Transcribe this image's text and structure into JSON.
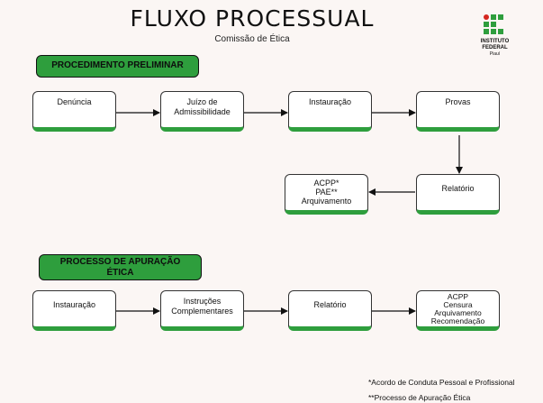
{
  "header": {
    "title": "FLUXO PROCESSUAL",
    "subtitle": "Comissão de Ética"
  },
  "logo": {
    "line1": "INSTITUTO",
    "line2": "FEDERAL",
    "line3": "Piauí",
    "colors": {
      "green": "#2e9e3d",
      "red": "#d5261f"
    }
  },
  "section1": {
    "label": "PROCEDIMENTO PRELIMINAR",
    "boxes": {
      "denuncia": [
        "Denúncia"
      ],
      "juizo": [
        "Juízo de",
        "Admissibilidade"
      ],
      "instauracao": [
        "Instauração"
      ],
      "provas": [
        "Provas"
      ],
      "relatorio": [
        "Relatório"
      ],
      "resultado": [
        "ACPP*",
        "PAE**",
        "Arquivamento"
      ]
    }
  },
  "section2": {
    "label_lines": [
      "PROCESSO DE APURAÇÃO",
      "ÉTICA"
    ],
    "boxes": {
      "instauracao": [
        "Instauração"
      ],
      "instrucoes": [
        "Instruções",
        "Complementares"
      ],
      "relatorio": [
        "Relatório"
      ],
      "resultado": [
        "ACPP",
        "Censura",
        "Arquivamento",
        "Recomendação"
      ]
    }
  },
  "footnotes": [
    "*Acordo de Conduta Pessoal e Profissional",
    "**Processo de Apuração Ética"
  ],
  "colors": {
    "accent": "#2e9e3d",
    "background": "#fbf6f4"
  }
}
